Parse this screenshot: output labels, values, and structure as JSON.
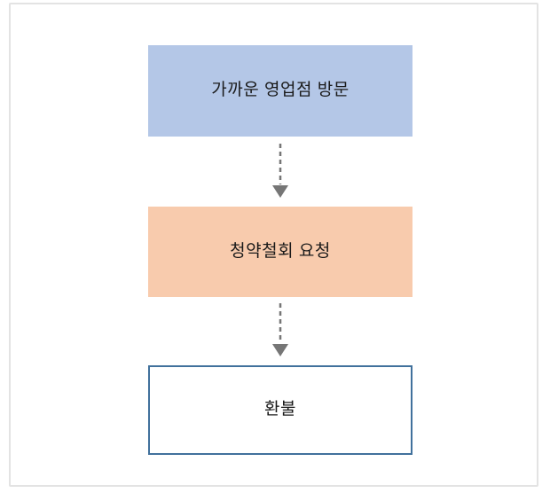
{
  "card": {
    "border_color": "#E3E3E3",
    "background": "#FFFFFF"
  },
  "flowchart": {
    "steps": [
      {
        "label": "가까운 영업점 방문",
        "fill": "#B4C7E7",
        "border_color": "#B4C7E7",
        "text_color": "#1A1A1A"
      },
      {
        "label": "청약철회 요청",
        "fill": "#F8CBAD",
        "border_color": "#F8CBAD",
        "text_color": "#1A1A1A"
      },
      {
        "label": "환불",
        "fill": "#FFFFFF",
        "border_color": "#41719C",
        "text_color": "#1A1A1A"
      }
    ],
    "connectors": [
      {
        "icon": "dashed-down-arrow",
        "color": "#767676"
      },
      {
        "icon": "dashed-down-arrow",
        "color": "#767676"
      }
    ]
  }
}
